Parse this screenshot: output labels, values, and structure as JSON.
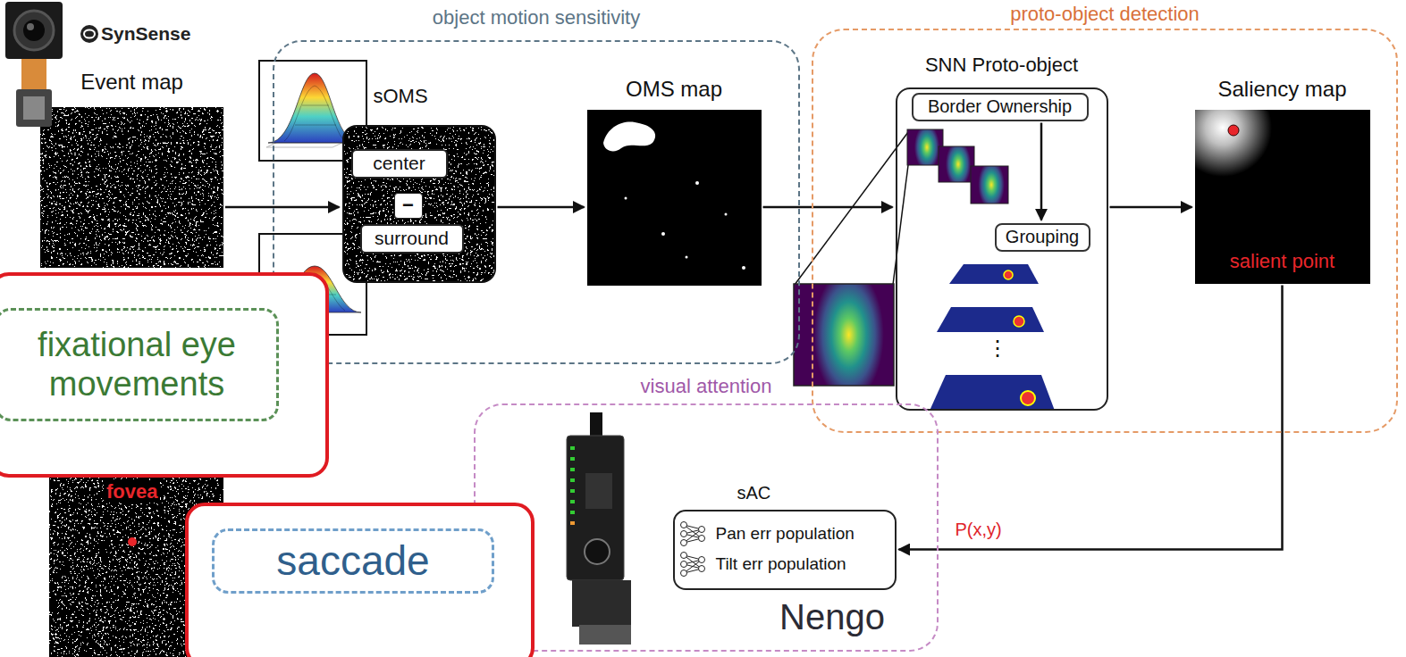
{
  "diagram": {
    "nodes": [
      {
        "text": [
          "Event map"
        ]
      },
      {
        "text": [
          "object motion sensitivity"
        ]
      },
      {
        "text": [
          "sOMS"
        ],
        "in": 1
      },
      {
        "text": [
          "center"
        ],
        "in": 2
      },
      {
        "text": [
          "−"
        ],
        "in": 2
      },
      {
        "text": [
          "surround"
        ],
        "in": 2
      },
      {
        "text": [
          "OMS map"
        ],
        "in": 1
      },
      {
        "text": [
          "proto-object detection"
        ]
      },
      {
        "text": [
          "SNN Proto-object"
        ],
        "in": 7
      },
      {
        "text": [
          "Border Ownership"
        ],
        "in": 8
      },
      {
        "text": [
          "Grouping"
        ],
        "in": 8
      },
      {
        "text": [
          "Saliency map",
          "salient point"
        ],
        "in": 7
      },
      {
        "text": [
          "fixational eye movements"
        ]
      },
      {
        "text": [
          "visual attention"
        ]
      },
      {
        "text": [
          "sAC",
          "Pan err population",
          "Tilt err population"
        ],
        "in": 13
      },
      {
        "text": [
          "saccade"
        ]
      }
    ],
    "edges": [
      {
        "from": 0,
        "to": 2,
        "arrow": "to"
      },
      {
        "from": 2,
        "to": 6,
        "arrow": "to"
      },
      {
        "from": 6,
        "to": 8,
        "arrow": "to"
      },
      {
        "from": 9,
        "to": 10,
        "arrow": "to"
      },
      {
        "from": 8,
        "to": 11,
        "arrow": "to"
      },
      {
        "from": 11,
        "to": 14,
        "label": "P(x,y)",
        "arrow": "to"
      }
    ],
    "labels": [
      "SynSense",
      "fovea",
      "⋮",
      "Nengo"
    ]
  }
}
